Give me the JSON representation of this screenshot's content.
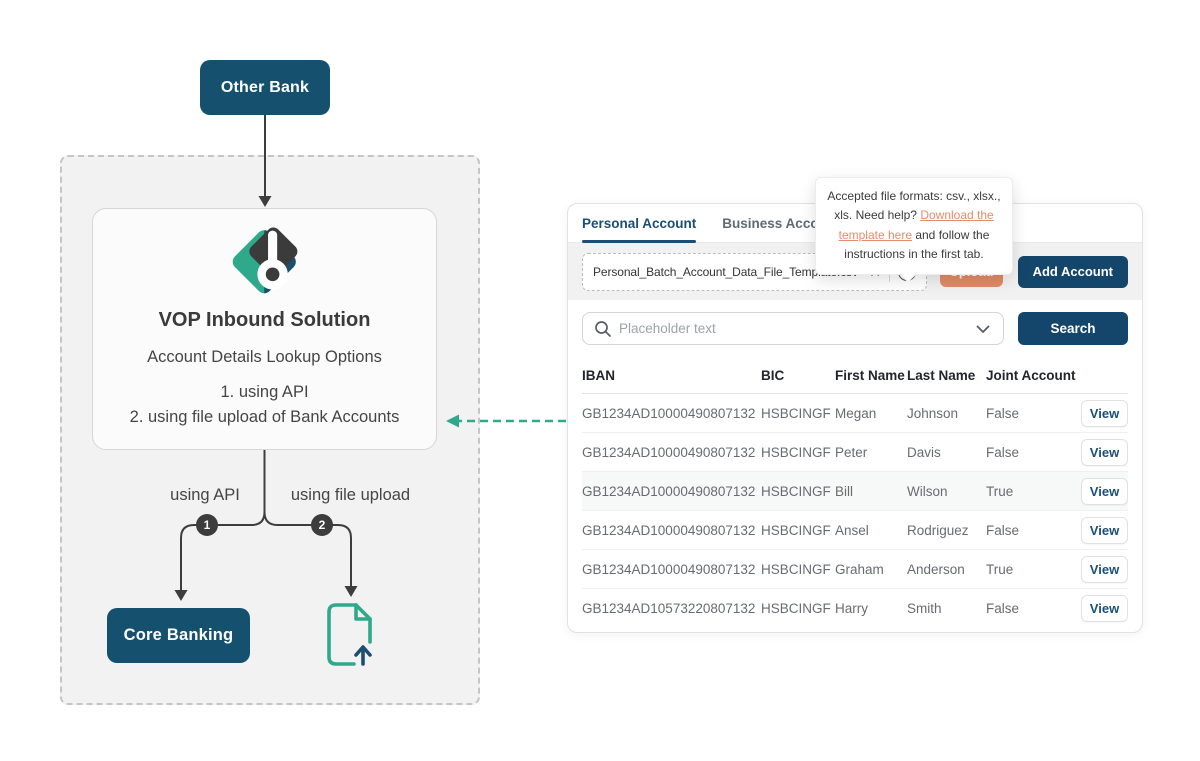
{
  "diagram": {
    "other_bank_label": "Other Bank",
    "vop": {
      "title": "VOP Inbound Solution",
      "subtitle": "Account Details Lookup Options",
      "option1": "1. using API",
      "option2": "2. using file upload of Bank Accounts"
    },
    "branch_left_label": "using API",
    "branch_right_label": "using file upload",
    "badge1": "1",
    "badge2": "2",
    "core_banking_label": "Core Banking",
    "colors": {
      "node_navy": "#15516F",
      "teal": "#2FA98C",
      "logo_blue": "#1D4E70",
      "charcoal": "#3B3B3B",
      "line_gray": "#3d3d3d"
    }
  },
  "tooltip": {
    "text_before": "Accepted file formats: csv., xlsx., xls. Need help? ",
    "link_text": "Download the template here",
    "text_after": " and follow the instructions in the first tab."
  },
  "panel": {
    "tabs": [
      {
        "label": "Personal Account",
        "active": true
      },
      {
        "label": "Business Account",
        "active": false
      }
    ],
    "upload": {
      "filename": "Personal_Batch_Account_Data_File_Template.csv",
      "clear_icon": "✕",
      "help_icon": "?",
      "upload_label": "Upload",
      "add_account_label": "Add Account"
    },
    "search": {
      "placeholder": "Placeholder text",
      "button_label": "Search"
    },
    "table": {
      "headers": [
        "IBAN",
        "BIC",
        "First Name",
        "Last Name",
        "Joint Account"
      ],
      "view_label": "View",
      "rows": [
        {
          "iban": "GB1234AD10000490807132",
          "bic": "HSBCINGF",
          "first_name": "Megan",
          "last_name": "Johnson",
          "joint": "False"
        },
        {
          "iban": "GB1234AD10000490807132",
          "bic": "HSBCINGF",
          "first_name": "Peter",
          "last_name": "Davis",
          "joint": "False"
        },
        {
          "iban": "GB1234AD10000490807132",
          "bic": "HSBCINGF",
          "first_name": "Bill",
          "last_name": "Wilson",
          "joint": "True"
        },
        {
          "iban": "GB1234AD10000490807132",
          "bic": "HSBCINGF",
          "first_name": "Ansel",
          "last_name": "Rodriguez",
          "joint": "False"
        },
        {
          "iban": "GB1234AD10000490807132",
          "bic": "HSBCINGF",
          "first_name": "Graham",
          "last_name": "Anderson",
          "joint": "True"
        },
        {
          "iban": "GB1234AD10573220807132",
          "bic": "HSBCINGF",
          "first_name": "Harry",
          "last_name": "Smith",
          "joint": "False"
        }
      ]
    },
    "colors": {
      "accent_navy": "#14466B",
      "accent_salmon": "#E28A66",
      "active_tab": "#1B4E74"
    }
  }
}
